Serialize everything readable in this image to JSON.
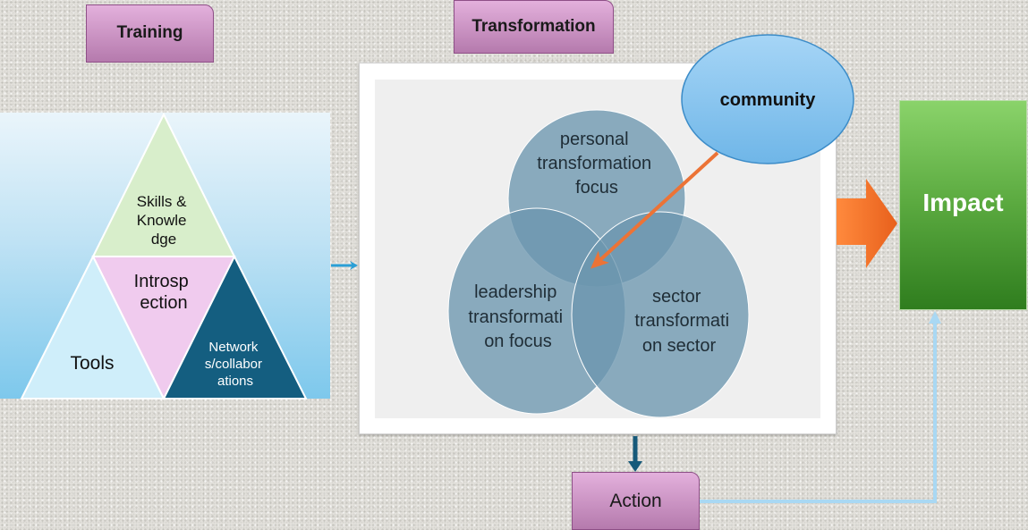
{
  "training": {
    "title": "Training",
    "triangles": {
      "top": [
        "Skills &",
        "Knowle",
        "dge"
      ],
      "middle": [
        "Introsp",
        "ection"
      ],
      "left": [
        "Tools"
      ],
      "right": [
        "Network",
        "s/collabor",
        "ations"
      ]
    },
    "colors": {
      "top": "#d8eecb",
      "middle": "#f0cbee",
      "left": "#cfeefa",
      "right": "#145e80"
    }
  },
  "transformation": {
    "title": "Transformation",
    "circles": {
      "personal": [
        "personal",
        "transformation",
        "focus"
      ],
      "leadership": [
        "leadership",
        "transformati",
        "on focus"
      ],
      "sector": [
        "sector",
        "transformati",
        "on sector"
      ]
    },
    "community": "community",
    "colors": {
      "circle": "#6b96ae",
      "arrow": "#ec7336",
      "community_fill": "#8ac6ef"
    }
  },
  "impact": {
    "label": "Impact",
    "arrow_color": "#f0722a"
  },
  "action": {
    "label": "Action",
    "connector_color": "#a9d8f3"
  }
}
